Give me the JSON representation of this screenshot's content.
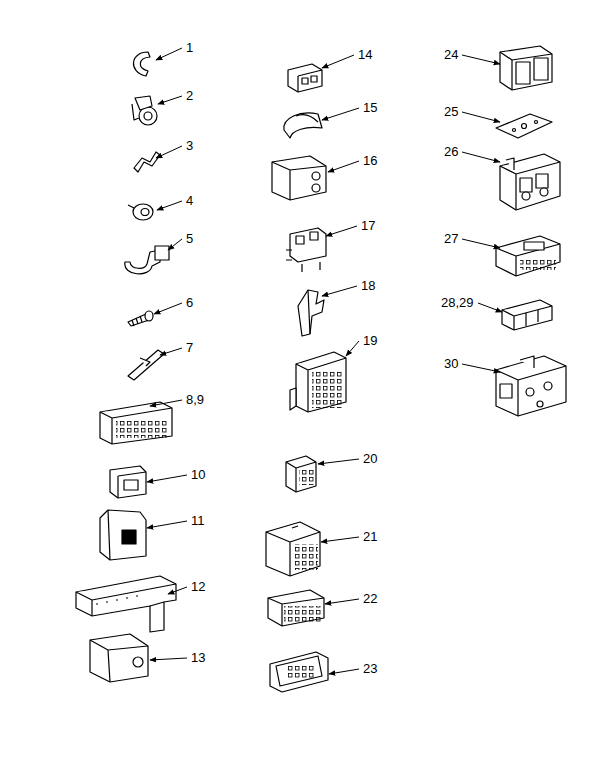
{
  "diagram": {
    "labels": [
      "1",
      "2",
      "3",
      "4",
      "5",
      "6",
      "7",
      "8,9",
      "10",
      "11",
      "12",
      "13",
      "14",
      "15",
      "16",
      "17",
      "18",
      "19",
      "20",
      "21",
      "22",
      "23",
      "24",
      "25",
      "26",
      "27",
      "28,29",
      "30"
    ]
  }
}
